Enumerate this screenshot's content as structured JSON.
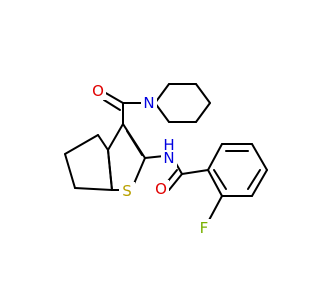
{
  "molecule": {
    "atom_labels": {
      "oxygen_amide_carbonyl": "O",
      "nitrogen_piperidine": "N",
      "nitrogen_amide": "N",
      "hydrogen_amide": "H",
      "sulfur": "S",
      "oxygen_benzamide": "O",
      "fluorine": "F"
    }
  },
  "colors": {
    "bond": "#000000",
    "oxygen": "#e00000",
    "nitrogen": "#0000e0",
    "sulfur": "#b8a000",
    "fluorine": "#78b000"
  }
}
